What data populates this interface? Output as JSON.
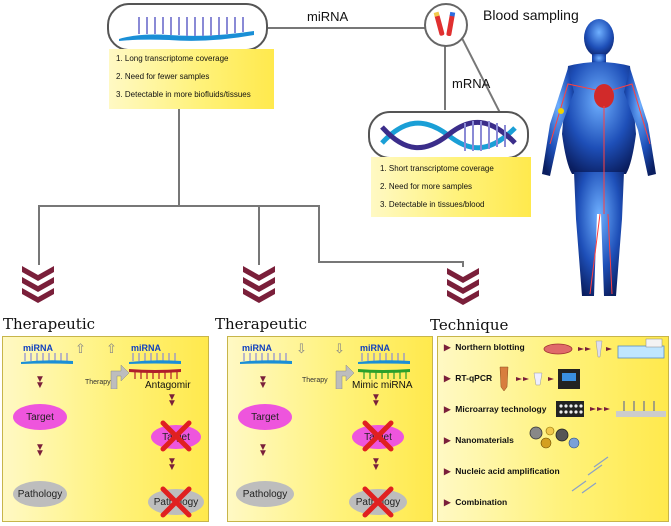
{
  "top": {
    "mirna_link_label": "miRNA",
    "blood_label": "Blood sampling",
    "mrna_label": "mRNA"
  },
  "mirna_box": {
    "items": [
      "1. Long transcriptome coverage",
      "2. Need for fewer samples",
      "3. Detectable in more biofluids/tissues"
    ]
  },
  "mrna_box": {
    "items": [
      "1. Short transcriptome coverage",
      "2. Need for more samples",
      "3. Detectable in tissues/blood"
    ]
  },
  "panel1": {
    "title": "Therapeutic",
    "mirna_left": "miRNA",
    "mirna_right": "miRNA",
    "therapy": "Therapy",
    "agent": "Antagomir",
    "target": "Target",
    "pathology": "Pathology",
    "target_crossed": "Target",
    "pathology_crossed": "Pathology"
  },
  "panel2": {
    "title": "Therapeutic",
    "mirna_left": "miRNA",
    "mirna_right": "miRNA",
    "therapy": "Therapy",
    "agent": "Mimic miRNA",
    "target": "Target",
    "pathology": "Pathology",
    "target_crossed": "Target",
    "pathology_crossed": "Pathology"
  },
  "panel3": {
    "title": "Technique",
    "items": [
      "Northern blotting",
      "RT-qPCR",
      "Microarray technology",
      "Nanomaterials",
      "Nucleic acid amplification",
      "Combination"
    ]
  },
  "colors": {
    "chevron": "#7a1f3a",
    "cross": "#e02020",
    "target_fill": "#ee55dd",
    "pathology_fill": "#bdbdbd",
    "mirna_text": "#1040c0"
  }
}
